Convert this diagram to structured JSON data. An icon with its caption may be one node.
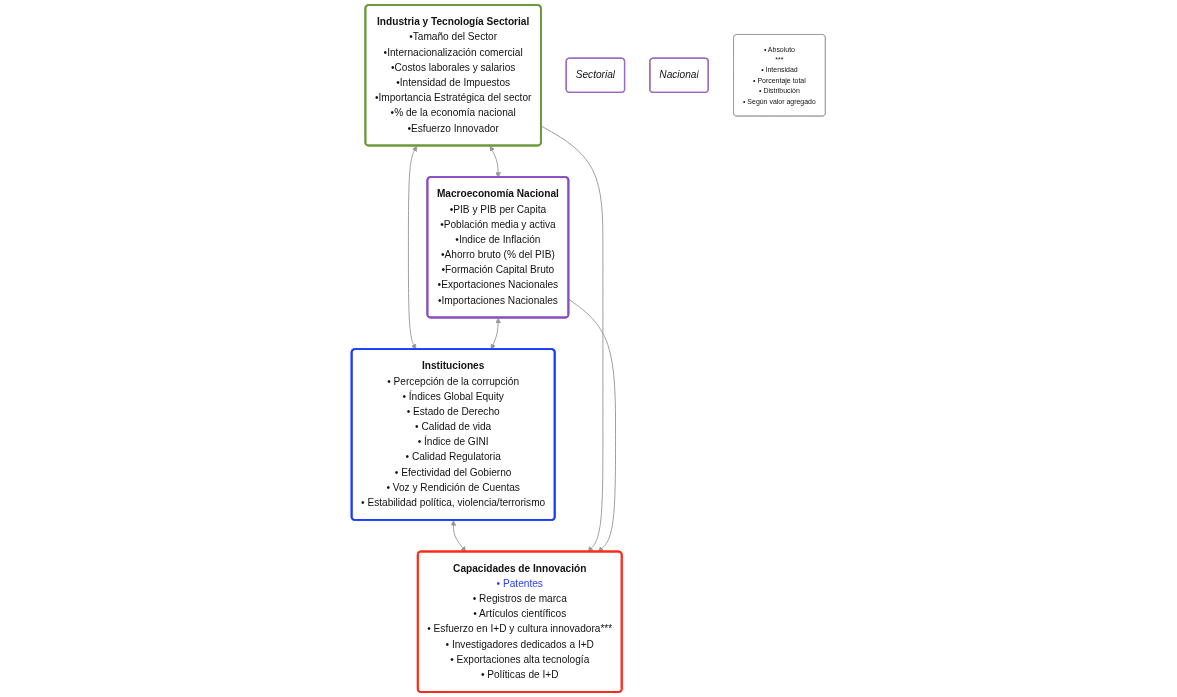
{
  "diagram": {
    "nodes": [
      {
        "text": [
          "Industria y Tecnología Sectorial",
          "•Tamaño del Sector",
          "•Internacionalización comercial",
          "•Costos laborales y salarios",
          "•Intensidad de Impuestos",
          "•Importancia Estratégica del sector",
          "•% de la economía nacional",
          "•Esfuerzo Innovador"
        ]
      },
      {
        "text": [
          "Macroeconomía Nacional",
          "•PIB y PIB per Capita",
          "•Población media y activa",
          "•Indice de Inflación",
          "•Ahorro bruto (% del PIB)",
          "•Formación Capital Bruto",
          "•Exportaciones Nacionales",
          "•Importaciones Nacionales"
        ]
      },
      {
        "text": [
          "Instituciones",
          "• Percepción de la corrupción",
          "• Índices Global Equity",
          "• Estado de Derecho",
          "• Calidad de vida",
          "• Índice de GINI",
          "• Calidad Regulatoria",
          "• Efectividad del Gobierno",
          "• Voz y Rendición de Cuentas",
          "• Estabilidad política, violencia/terrorismo"
        ]
      },
      {
        "text": [
          "Capacidades de Innovación",
          "• Patentes",
          "• Registros de marca",
          "• Artículos científicos",
          "• Esfuerzo en I+D y cultura innovadora***",
          "• Investigadores dedicados a I+D",
          "• Exportaciones alta tecnología",
          "• Políticas de I+D"
        ]
      },
      {
        "text": [
          "Sectorial"
        ]
      },
      {
        "text": [
          "Nacional"
        ]
      },
      {
        "text": [
          "• Absoluto",
          "***",
          "• Intensidad",
          "• Porcentaje total",
          "• Distribución",
          "• Según valor agregado"
        ]
      }
    ],
    "edges": [
      {
        "from": 0,
        "to": 1,
        "arrow": "both"
      },
      {
        "from": 0,
        "to": 2,
        "arrow": "both"
      },
      {
        "from": 1,
        "to": 2,
        "arrow": "both"
      },
      {
        "from": 2,
        "to": 3,
        "arrow": "both"
      },
      {
        "from": 0,
        "to": 3,
        "arrow": "to"
      },
      {
        "from": 1,
        "to": 3,
        "arrow": "to"
      }
    ]
  }
}
